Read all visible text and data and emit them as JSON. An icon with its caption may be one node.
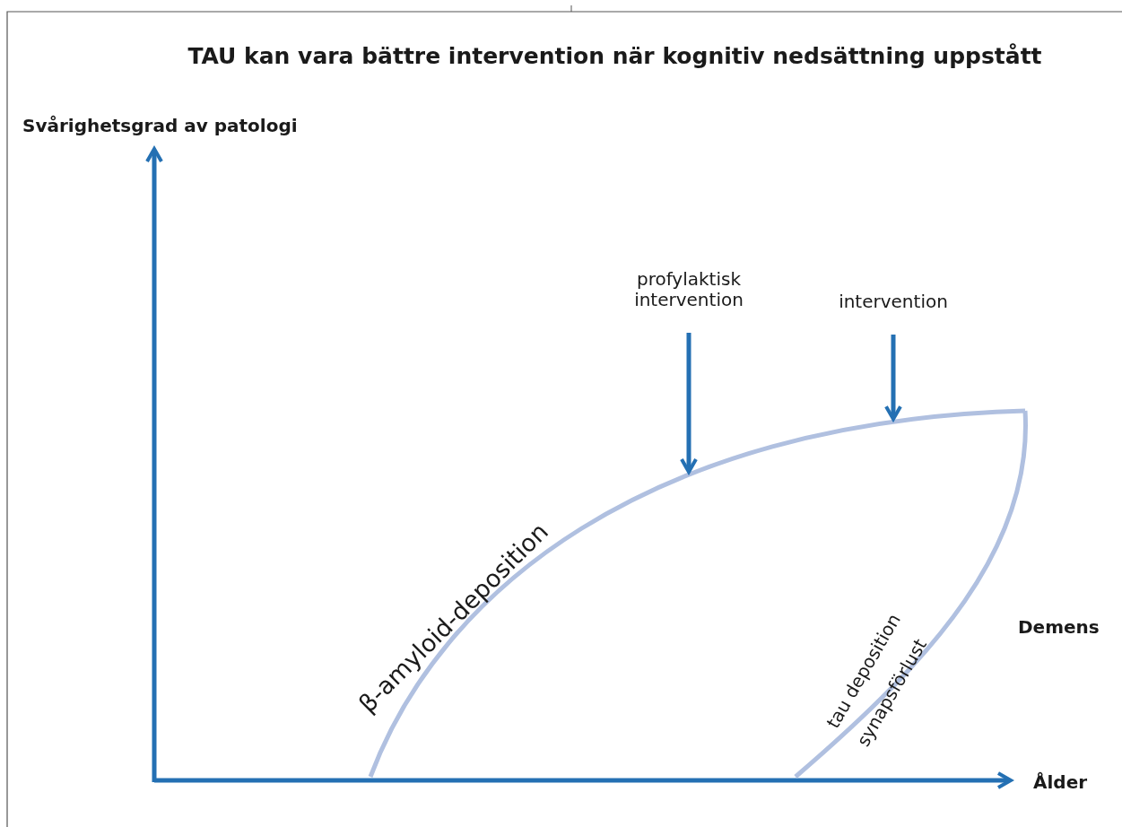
{
  "diagram": {
    "title": "TAU kan vara bättre intervention när kognitiv nedsättning uppstått",
    "nodes": [
      {
        "text": [
          "profylaktisk intervention"
        ]
      },
      {
        "text": [
          "intervention"
        ]
      },
      {
        "text": [],
        "shape": "curve"
      }
    ],
    "edges": [
      {
        "from": 0,
        "to": 2,
        "arrow": "to"
      },
      {
        "from": 1,
        "to": 2,
        "arrow": "to"
      }
    ],
    "labels": [
      "Svårighetsgrad av patologi",
      "β-amyloid-deposition",
      "tau deposition",
      "synapsförlust",
      "Demens",
      "Ålder"
    ]
  }
}
